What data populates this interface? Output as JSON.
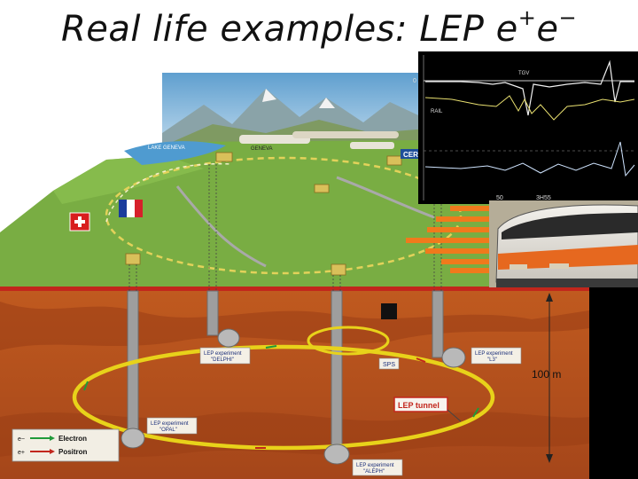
{
  "slide": {
    "title_main": "Real life examples: LEP e",
    "title_sup1": "+",
    "title_mid": "e",
    "title_sup2": "−"
  },
  "map": {
    "lake_label": "LAKE GENEVA",
    "city_label": "GENEVA",
    "cern_label": "CERN"
  },
  "graph": {
    "tgv_label": "TGV",
    "rail_label": "RAIL",
    "tick_left": "50",
    "tick_right": "3H55"
  },
  "tunnel": {
    "exp_delphi_line1": "LEP experiment",
    "exp_delphi_line2": "\"DELPHI\"",
    "exp_l3_line1": "LEP experiment",
    "exp_l3_line2": "\"L3\"",
    "exp_opal_line1": "LEP experiment",
    "exp_opal_line2": "\"OPAL\"",
    "exp_aleph_line1": "LEP experiment",
    "exp_aleph_line2": "\"ALEPH\"",
    "sps_label": "SPS",
    "tunnel_label": "LEP tunnel",
    "depth_label": "100 m",
    "legend_electron_sym": "e−",
    "legend_electron": "Electron",
    "legend_positron_sym": "e+",
    "legend_positron": "Positron"
  },
  "colors": {
    "tunnel_ring": "#e8d21a",
    "ground": "#b9521c",
    "surface_green": "#6fa83a",
    "divider_red": "#c2261c",
    "graph_bg": "#000000",
    "speed_arrows": "#f07a1c"
  }
}
